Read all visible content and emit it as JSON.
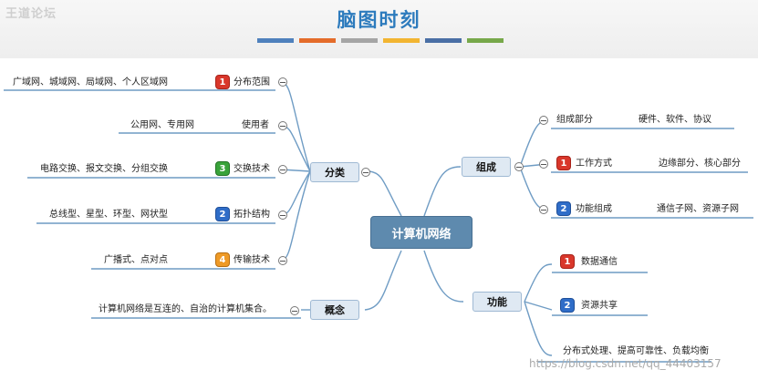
{
  "header": {
    "brand": "王道论坛",
    "title": "脑图时刻",
    "swatch_colors": [
      "#4f81bd",
      "#e46c2a",
      "#a5a5a5",
      "#f2b531",
      "#4a6fa5",
      "#77a84a"
    ]
  },
  "center": {
    "label": "计算机网络"
  },
  "branches": {
    "fenlei": {
      "label": "分类",
      "items": [
        {
          "badge": "1",
          "badge_color": "#d9372b",
          "label": "分布范围",
          "detail": "广域网、城域网、局域网、个人区域网"
        },
        {
          "badge": "",
          "label": "使用者",
          "detail": "公用网、专用网"
        },
        {
          "badge": "3",
          "badge_color": "#39a33a",
          "label": "交换技术",
          "detail": "电路交换、报文交换、分组交换"
        },
        {
          "badge": "2",
          "badge_color": "#2f6dc8",
          "label": "拓扑结构",
          "detail": "总线型、星型、环型、网状型"
        },
        {
          "badge": "4",
          "badge_color": "#ee9a27",
          "label": "传输技术",
          "detail": "广播式、点对点"
        }
      ]
    },
    "gainian": {
      "label": "概念",
      "detail": "计算机网络是互连的、自治的计算机集合。"
    },
    "zucheng": {
      "label": "组成",
      "items": [
        {
          "badge": "",
          "label": "组成部分",
          "detail": "硬件、软件、协议"
        },
        {
          "badge": "1",
          "badge_color": "#d9372b",
          "label": "工作方式",
          "detail": "边缘部分、核心部分"
        },
        {
          "badge": "2",
          "badge_color": "#2f6dc8",
          "label": "功能组成",
          "detail": "通信子网、资源子网"
        }
      ]
    },
    "gongneng": {
      "label": "功能",
      "items": [
        {
          "badge": "1",
          "badge_color": "#d9372b",
          "label": "数据通信"
        },
        {
          "badge": "2",
          "badge_color": "#2f6dc8",
          "label": "资源共享"
        },
        {
          "badge": "",
          "label": "分布式处理、提高可靠性、负载均衡"
        }
      ]
    }
  },
  "watermark": "https://blog.csdn.net/qq_44403157",
  "colors": {
    "line": "#6f9cc4",
    "node_bg": "#dfe9f3",
    "center_bg": "#5e8aae"
  }
}
